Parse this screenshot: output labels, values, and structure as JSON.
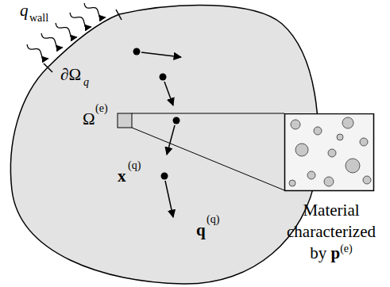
{
  "diagram": {
    "nodes": [
      {
        "text": [
          "Material characterized by",
          "p",
          "(e)"
        ]
      }
    ],
    "labels": [
      "q",
      "wall",
      "∂Ω",
      "q",
      "Ω",
      "(e)",
      "x",
      "(q)",
      "q",
      "(q)"
    ]
  }
}
